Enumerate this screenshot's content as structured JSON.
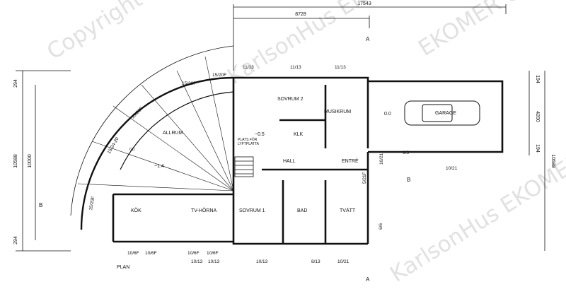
{
  "dimensions": {
    "overall_width": "17543",
    "partial_width": "8728",
    "height_left": "10588",
    "height_left_inner": "10000",
    "height_right": "10588",
    "garage_depth": "4200",
    "left_top_small": "294",
    "left_bottom_small": "294",
    "right_top_small": "194",
    "right_bottom_small": "194"
  },
  "section_markers": {
    "a": "A",
    "b": "B"
  },
  "rooms": {
    "allrum": "ALLRUM",
    "kok": "KÖK",
    "tv_horna": "TV-HÖRNA",
    "sovrum1": "SOVRUM 1",
    "sovrum2": "SOVRUM 2",
    "musikrum": "MUSIKRUM",
    "klk": "KLK",
    "hall": "HALL",
    "entre": "ENTRÉ",
    "bad": "BAD",
    "tvatt": "TVÄTT",
    "garage": "GARAGE",
    "plan": "PLAN"
  },
  "levels": {
    "allrum": "−1.4",
    "hall": "−0.5",
    "garage": "0.0"
  },
  "notes": {
    "lift_line1": "PLATS FÖR",
    "lift_line2": "LYFTPLATTA",
    "gd": "GD"
  },
  "openings": {
    "top1": "11/13",
    "top2": "11/13",
    "top3": "11/13",
    "arc1": "15/20F",
    "arc2": "15/20F",
    "arc3": "15/20F",
    "arc4": "15/24-20",
    "arc5": "15/20F",
    "b1": "10/6F",
    "b2": "10/6F",
    "b3": "10/6F",
    "b4": "10/6F",
    "b5": "10/13",
    "b6": "10/13",
    "b7": "10/13",
    "b8": "8/13",
    "b9": "10/21",
    "g1": "9/5",
    "g2": "10/21",
    "r1": "5/21F",
    "r2": "10/21",
    "r3": "6/6"
  },
  "watermark": {
    "text1": "Copyright",
    "text2": "KarlsonHus EKOMER",
    "text3": "EKOMER Copyright",
    "text4": "KarlsonHus EKOMER"
  }
}
